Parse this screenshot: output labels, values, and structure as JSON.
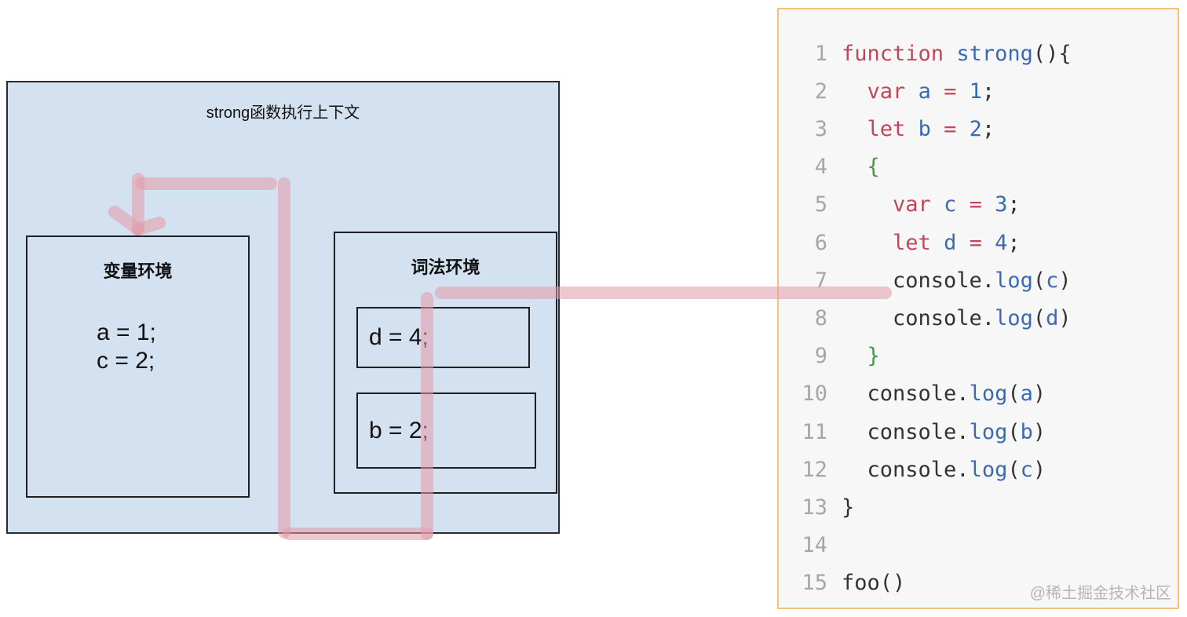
{
  "diagram": {
    "context_title": "strong函数执行上下文",
    "variable_env": {
      "title": "变量环境",
      "lines": [
        "a = 1;",
        "c = 2;"
      ]
    },
    "lexical_env": {
      "title": "词法环境",
      "items": [
        "d = 4;",
        "b = 2;"
      ]
    }
  },
  "code": {
    "lines": [
      {
        "num": "1",
        "html": "<span class=\"k\">function</span> <span class=\"f\">strong</span>(){"
      },
      {
        "num": "2",
        "html": "  <span class=\"k\">var</span> <span class=\"f\">a</span> <span class=\"k\">=</span> <span class=\"n\">1</span>;"
      },
      {
        "num": "3",
        "html": "  <span class=\"k\">let</span> <span class=\"f\">b</span> <span class=\"k\">=</span> <span class=\"n\">2</span>;"
      },
      {
        "num": "4",
        "html": "  <span class=\"b\">{</span>"
      },
      {
        "num": "5",
        "html": "    <span class=\"k\">var</span> <span class=\"f\">c</span> <span class=\"k\">=</span> <span class=\"n\">3</span>;"
      },
      {
        "num": "6",
        "html": "    <span class=\"k\">let</span> <span class=\"f\">d</span> <span class=\"k\">=</span> <span class=\"n\">4</span>;"
      },
      {
        "num": "7",
        "html": "    console.<span class=\"f\">log</span>(<span class=\"f\">c</span>)"
      },
      {
        "num": "8",
        "html": "    console.<span class=\"f\">log</span>(<span class=\"f\">d</span>)"
      },
      {
        "num": "9",
        "html": "  <span class=\"b\">}</span>"
      },
      {
        "num": "10",
        "html": "  console.<span class=\"f\">log</span>(<span class=\"f\">a</span>)"
      },
      {
        "num": "11",
        "html": "  console.<span class=\"f\">log</span>(<span class=\"f\">b</span>)"
      },
      {
        "num": "12",
        "html": "  console.<span class=\"f\">log</span>(<span class=\"f\">c</span>)"
      },
      {
        "num": "13",
        "html": "}"
      },
      {
        "num": "14",
        "html": ""
      },
      {
        "num": "15",
        "html": "foo()"
      }
    ]
  },
  "colors": {
    "context_bg": "#d4e1f0",
    "code_border": "#f0c27a",
    "arrow": "#e8a5b0"
  },
  "watermark": "@稀土掘金技术社区"
}
